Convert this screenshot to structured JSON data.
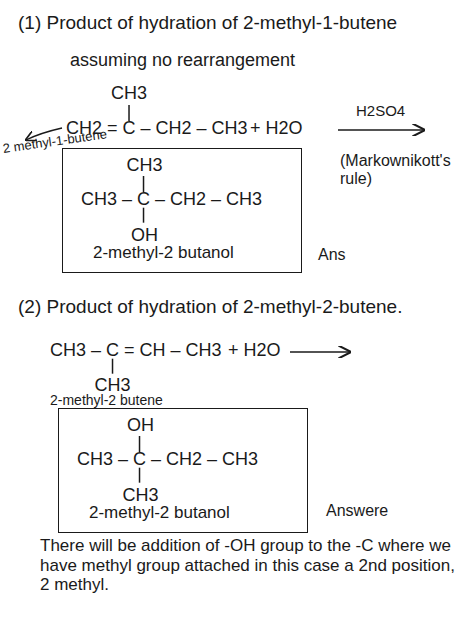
{
  "diagram": {
    "nodes": [
      {
        "text": [
          "CH3",
          "CH3 – C – CH2 – CH3",
          "OH",
          "2-methyl-2 butanol"
        ]
      },
      {
        "text": [
          "OH",
          "CH3 – C – CH2 – CH3",
          "CH3",
          "2-methyl-2 butanol"
        ]
      }
    ],
    "labels": [
      "(1) Product of hydration of 2-methyl-1-butene",
      "assuming no rearrangement",
      "CH3",
      "CH2 = C – CH2 – CH3",
      "+ H2O",
      "H2SO4",
      "2 methyl-1-butene",
      "(Markownikott's rule)",
      "Ans",
      "(2) Product of hydration of 2-methyl-2-butene.",
      "CH3 – C = CH – CH3",
      "+ H2O",
      "CH3",
      "2-methyl-2 butene",
      "Answere",
      "There will be addition of -OH group to the -C where we have methyl group attached in this case a 2nd position, 2 methyl."
    ]
  }
}
